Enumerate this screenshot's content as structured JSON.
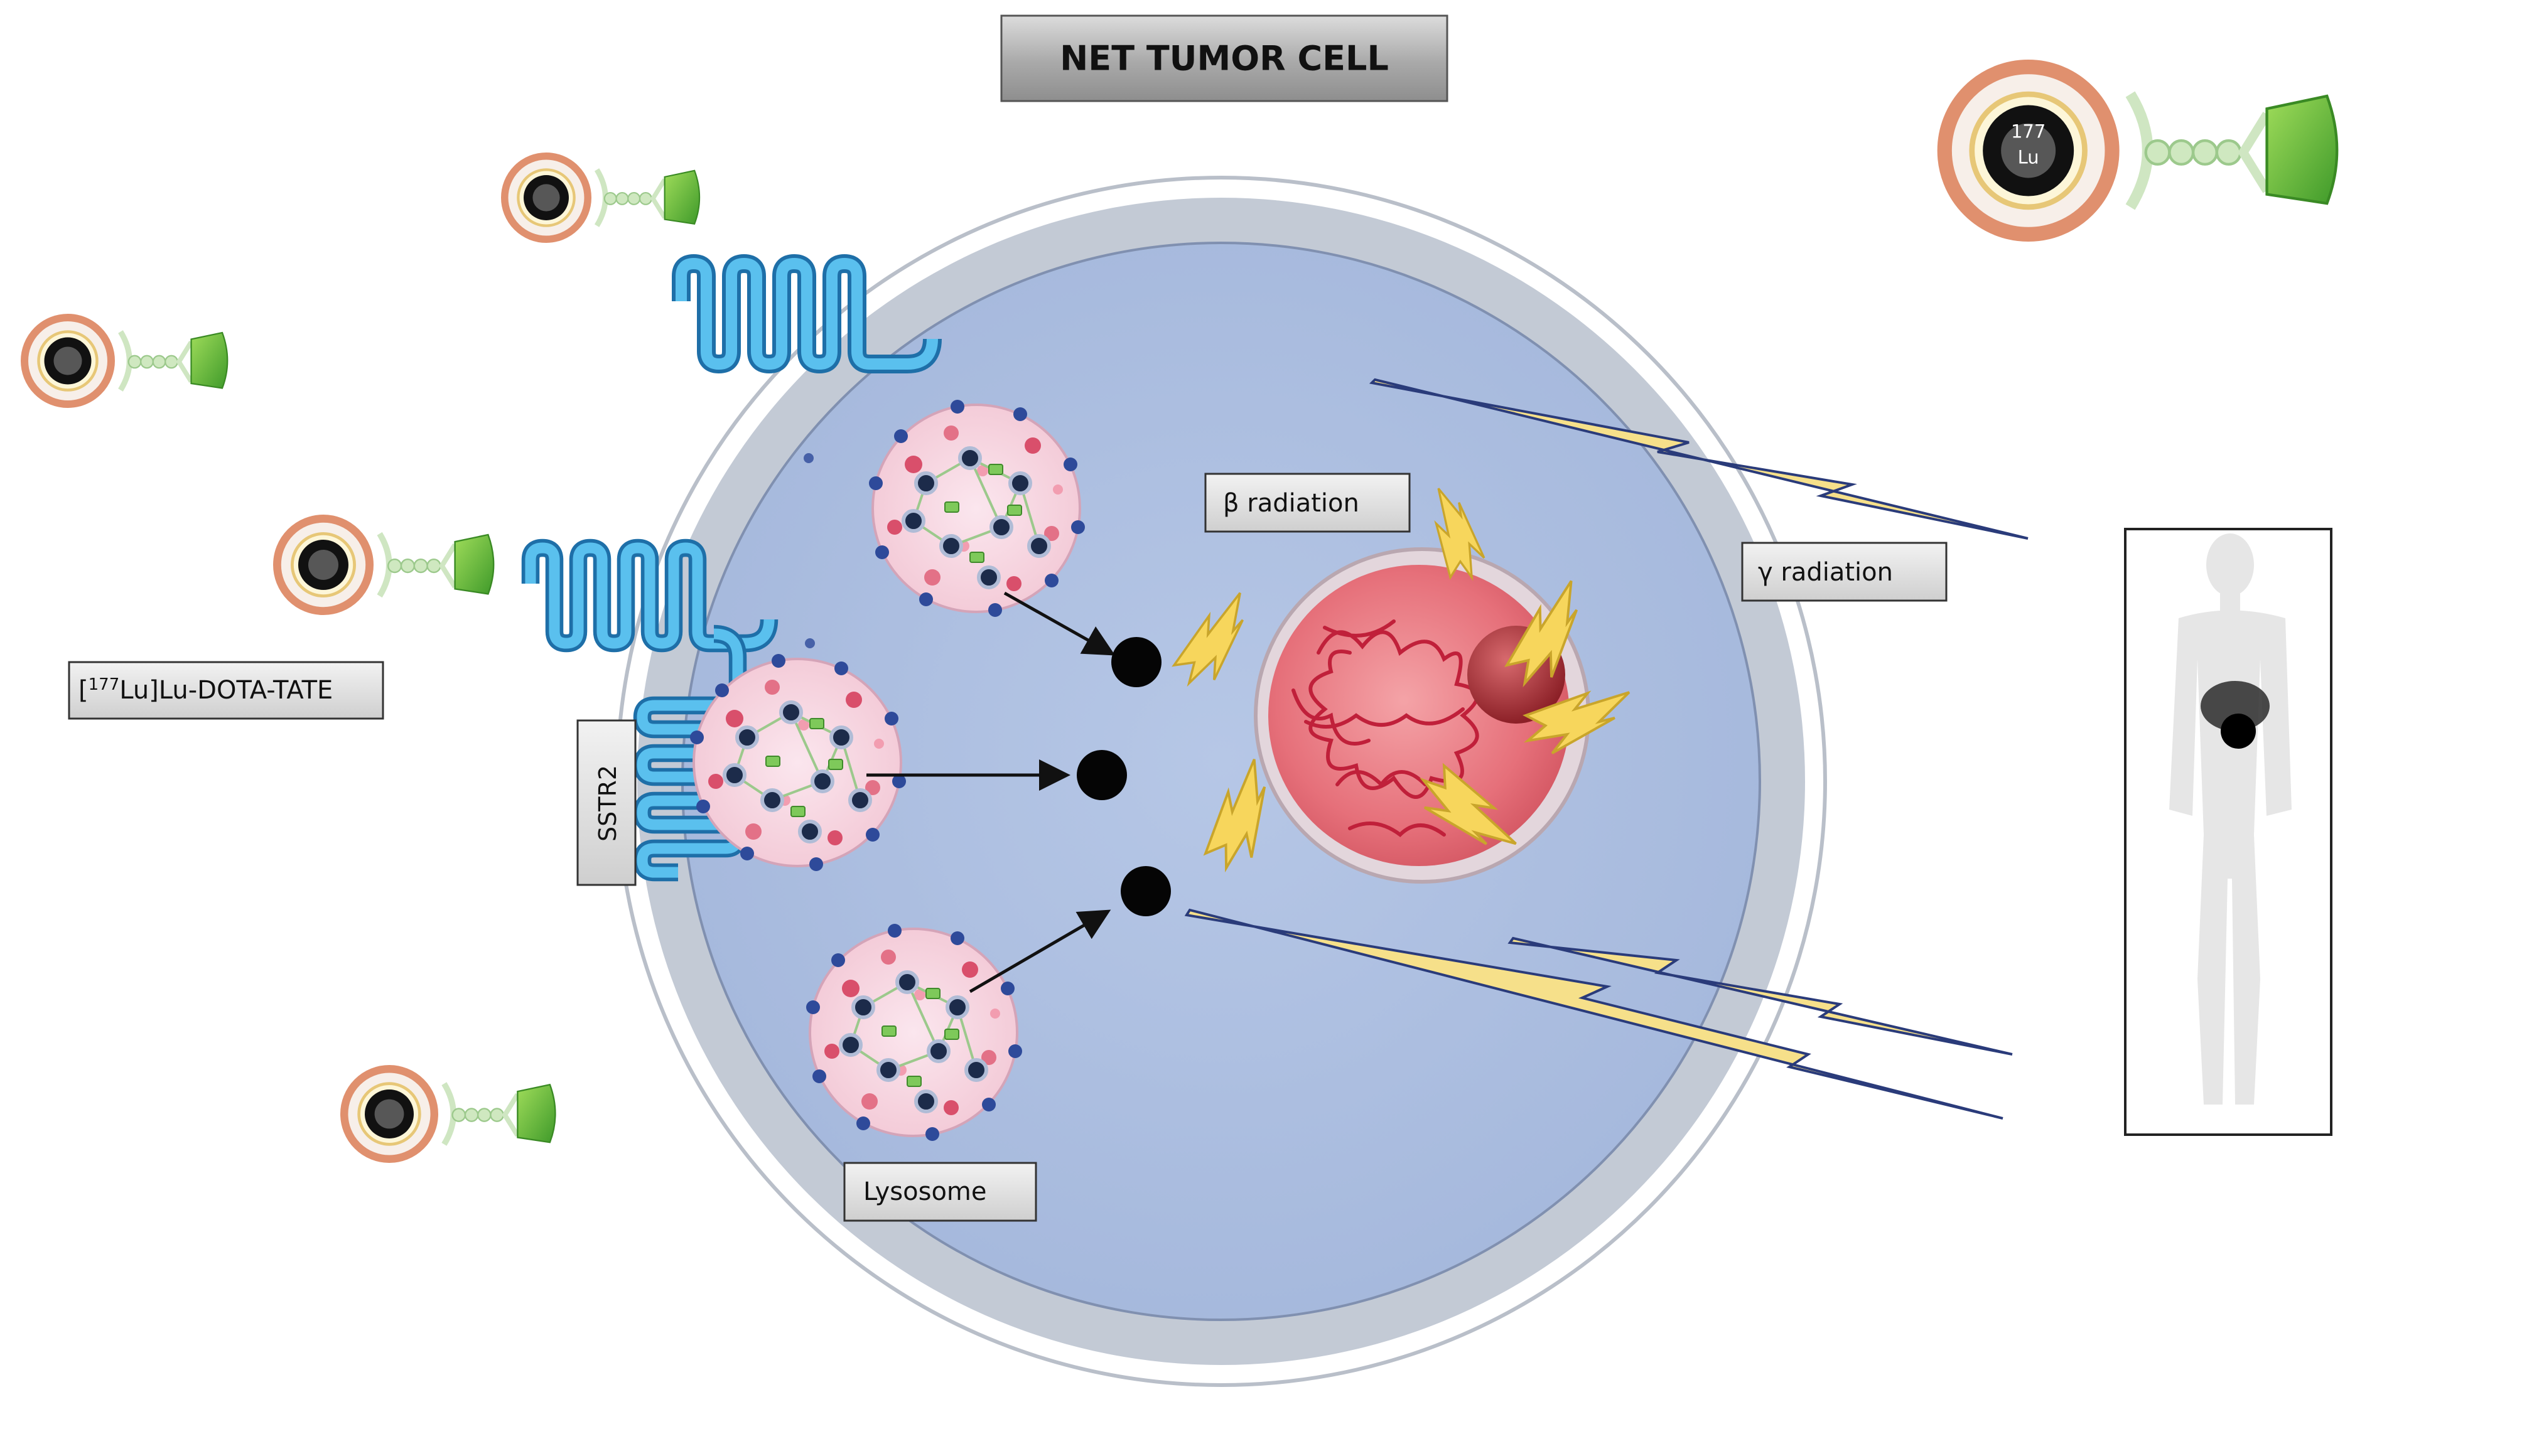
{
  "title": "NET TUMOR CELL",
  "labels": {
    "compound_prefix": "[",
    "compound_sup": "177",
    "compound_rest": "Lu]Lu-DOTA-TATE",
    "receptor": "SSTR2",
    "beta": "β radiation",
    "gamma": "γ radiation",
    "lysosome": "Lysosome"
  },
  "isotope": {
    "mass": "177",
    "element": "Lu"
  },
  "colors": {
    "cytoplasm": "#aebfdf",
    "membrane_outer": "#c2c9d4",
    "receptor": "#3aa6d8",
    "nucleus": "#e8717c",
    "nucleolus": "#a8323a",
    "lightning": "#f7d65c",
    "gamma_ray": "#f6e08a",
    "peptide": "#6cbe45",
    "isotope_ring": "#e0906e"
  }
}
